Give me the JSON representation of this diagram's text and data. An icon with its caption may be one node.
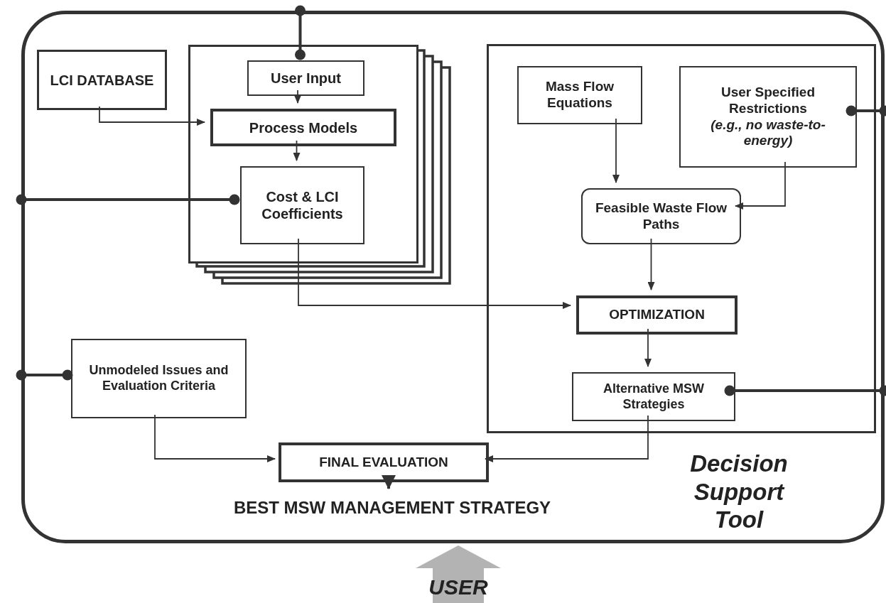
{
  "diagram": {
    "nodes": [
      {
        "text": [
          "Decision Support Tool"
        ]
      },
      {
        "text": [
          "LCI DATABASE"
        ],
        "in": 0
      },
      {
        "text": [],
        "shape": "box",
        "in": 0
      },
      {
        "text": [
          "User Input"
        ],
        "in": 2
      },
      {
        "text": [
          "Process Models"
        ],
        "in": 2
      },
      {
        "text": [
          "Cost & LCI Coefficients"
        ],
        "in": 2
      },
      {
        "text": [],
        "shape": "box",
        "in": 0
      },
      {
        "text": [
          "Mass Flow Equations"
        ],
        "in": 6
      },
      {
        "text": [
          "User Specified Restrictions",
          "(e.g., no waste-to-energy)"
        ],
        "in": 6
      },
      {
        "text": [
          "Feasible Waste Flow Paths"
        ],
        "in": 6
      },
      {
        "text": [
          "OPTIMIZATION"
        ],
        "in": 6
      },
      {
        "text": [
          "Alternative MSW Strategies"
        ],
        "in": 6
      },
      {
        "text": [
          "Unmodeled Issues and Evaluation Criteria"
        ],
        "in": 0
      },
      {
        "text": [
          "FINAL EVALUATION"
        ],
        "in": 0
      },
      {
        "text": [
          "BEST MSW MANAGEMENT STRATEGY"
        ],
        "in": 0
      },
      {
        "text": [
          "USER"
        ]
      }
    ],
    "edges": [
      {
        "from": 0,
        "to": 3,
        "arrow": "other",
        "style": "thick"
      },
      {
        "from": 0,
        "to": 5,
        "arrow": "other",
        "style": "thick"
      },
      {
        "from": 0,
        "to": 12,
        "arrow": "other",
        "style": "thick"
      },
      {
        "from": 0,
        "to": 8,
        "arrow": "other",
        "style": "thick"
      },
      {
        "from": 0,
        "to": 11,
        "arrow": "other",
        "style": "thick"
      },
      {
        "from": 1,
        "to": 4,
        "arrow": "to"
      },
      {
        "from": 3,
        "to": 4,
        "arrow": "to"
      },
      {
        "from": 4,
        "to": 5,
        "arrow": "to"
      },
      {
        "from": 5,
        "to": 10,
        "arrow": "to"
      },
      {
        "from": 7,
        "to": 9,
        "arrow": "to"
      },
      {
        "from": 8,
        "to": 9,
        "arrow": "to"
      },
      {
        "from": 9,
        "to": 10,
        "arrow": "to"
      },
      {
        "from": 10,
        "to": 11,
        "arrow": "to"
      },
      {
        "from": 11,
        "to": 13,
        "arrow": "to"
      },
      {
        "from": 12,
        "to": 13,
        "arrow": "to"
      },
      {
        "from": 13,
        "to": 14,
        "arrow": "to",
        "style": "thick"
      }
    ]
  }
}
